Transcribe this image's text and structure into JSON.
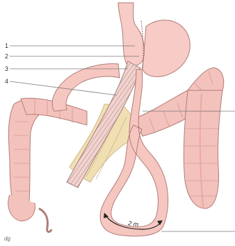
{
  "diagram": {
    "callouts": [
      {
        "label": "1"
      },
      {
        "label": "2"
      },
      {
        "label": "3"
      },
      {
        "label": "4"
      }
    ],
    "distance_label": "2 m",
    "artist_mark": "dg"
  },
  "colors": {
    "tissue_pink": "#f6c7c1",
    "tissue_outline": "#b07c78",
    "tissue_shade": "#e9a9a3",
    "mesentery": "#f1dfb4",
    "limb_stripes": "#c2a09c",
    "leader_line": "#7a7a7a"
  }
}
